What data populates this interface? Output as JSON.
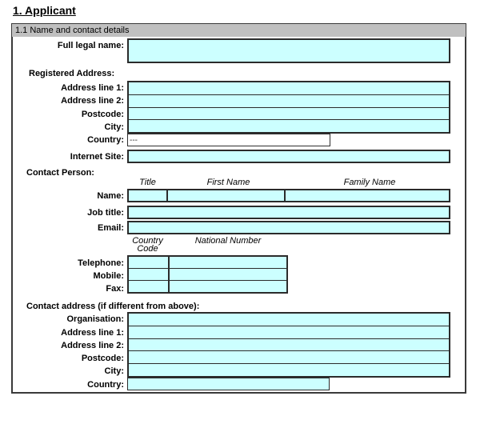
{
  "title": "1. Applicant",
  "section_bar": {
    "label": "1.1 Name and contact details"
  },
  "colors": {
    "field_fill": "#CCFFFF",
    "bar_bg": "#C0C0C0"
  },
  "form": {
    "full_legal_name_label": "Full legal name:",
    "registered_address": {
      "heading": "Registered Address:",
      "address_line_1": "Address line 1:",
      "address_line_2": "Address line 2:",
      "postcode": "Postcode:",
      "city": "City:",
      "country": "Country:",
      "country_value": "---",
      "internet_site": "Internet Site:"
    },
    "contact_person": {
      "heading": "Contact Person:",
      "name_label": "Name:",
      "columns": {
        "title": "Title",
        "first_name": "First Name",
        "family_name": "Family Name"
      },
      "job_title": "Job title:",
      "email": "Email:",
      "phone_columns": {
        "country_code": "Country Code",
        "national_number": "National Number"
      },
      "telephone": "Telephone:",
      "mobile": "Mobile:",
      "fax": "Fax:"
    },
    "contact_address": {
      "heading": "Contact address (if different from above):",
      "organisation": "Organisation:",
      "address_line_1": "Address line 1:",
      "address_line_2": "Address line 2:",
      "postcode": "Postcode:",
      "city": "City:",
      "country": "Country:"
    }
  }
}
